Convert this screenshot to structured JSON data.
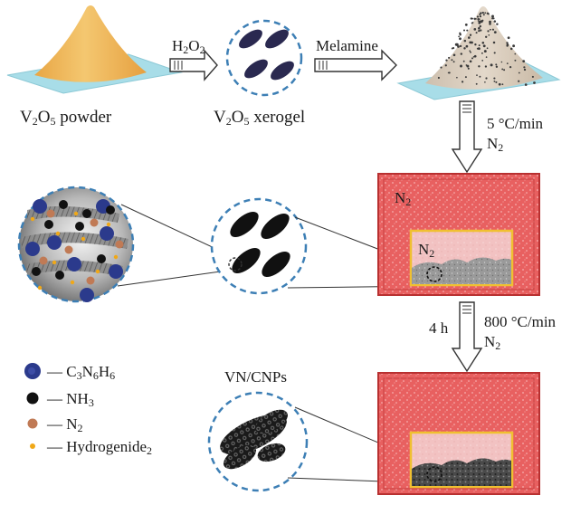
{
  "labels": {
    "v2o5_powder_main": "V",
    "v2o5_powder_sub1": "2",
    "v2o5_powder_mid": "O",
    "v2o5_powder_sub2": "5",
    "v2o5_powder_tail": " powder",
    "h2o2_main": "H",
    "h2o2_sub1": "2",
    "h2o2_mid": "O",
    "h2o2_sub2": "2",
    "xerogel_main": "V",
    "xerogel_sub1": "2",
    "xerogel_mid": "O",
    "xerogel_sub2": "5",
    "xerogel_tail": " xerogel",
    "melamine": "Melamine",
    "rate1": "5 °C/min",
    "gas1_main": "N",
    "gas1_sub": "2",
    "furnace1_gas_main": "N",
    "furnace1_gas_sub": "2",
    "boat1_gas_main": "N",
    "boat1_gas_sub": "2",
    "hold_time": "4 h",
    "temp2": "800 °C/min",
    "gas2_main": "N",
    "gas2_sub": "2",
    "product": "VN/CNPs"
  },
  "legend": [
    {
      "parts": [
        "— C",
        "3",
        "N",
        "6",
        "H",
        "6"
      ],
      "color": "#2b3a8c"
    },
    {
      "parts": [
        "— NH",
        "3"
      ],
      "color": "#111111"
    },
    {
      "parts": [
        "— N",
        "2"
      ],
      "color": "#c07a55"
    },
    {
      "parts": [
        "— Hydrogenide",
        "2"
      ],
      "color": "#f0a818"
    }
  ],
  "colors": {
    "powder": "#f0b85a",
    "plate": "#a8dde8",
    "dashed_circle": "#3d7fb5",
    "xerogel_particle": "#2a2950",
    "furnace": "#e04848",
    "boat_fill": "#fad3cf",
    "boat_border": "#f0c030"
  }
}
